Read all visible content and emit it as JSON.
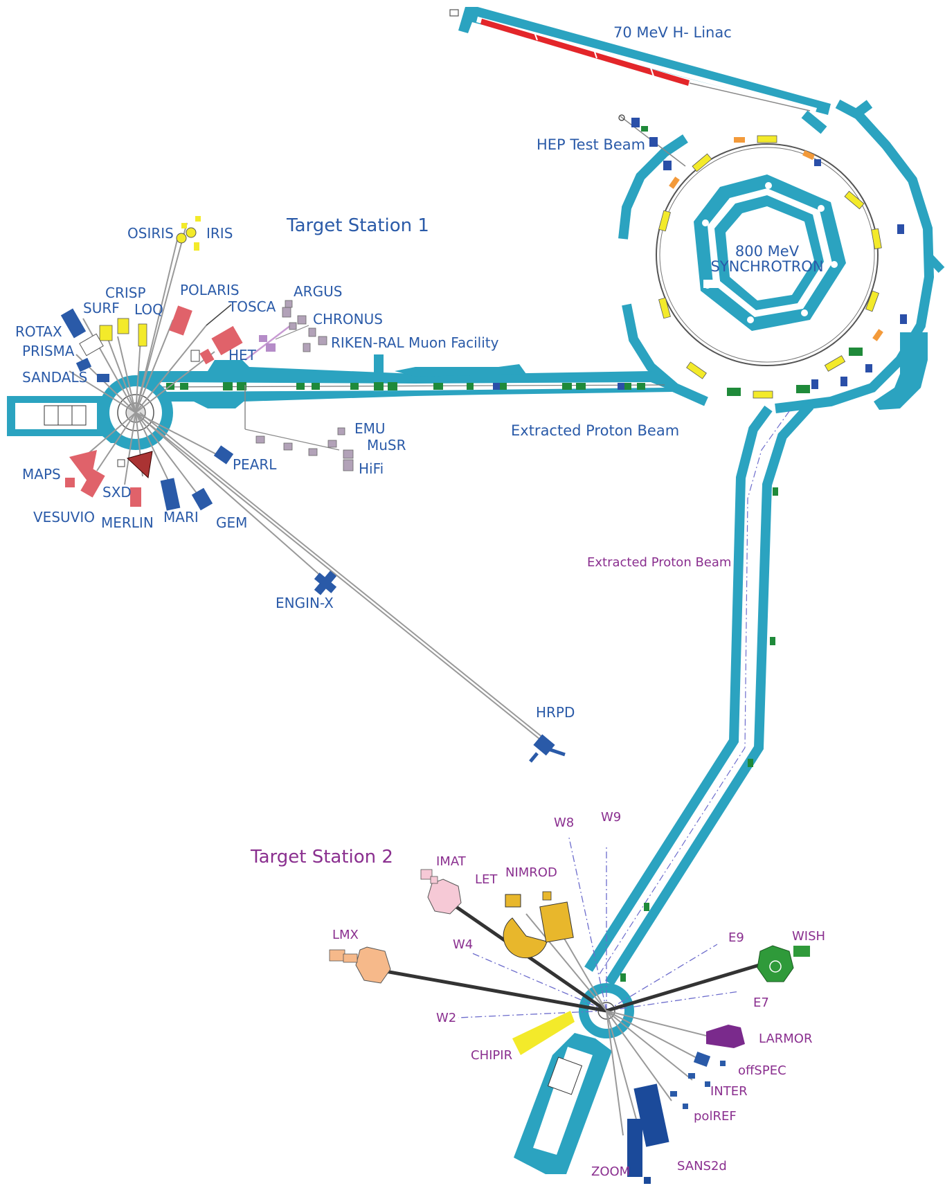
{
  "titles": {
    "target_station_1": "Target Station 1",
    "target_station_2": "Target Station 2",
    "linac": "70 MeV H-   Linac",
    "synchrotron_line1": "800 MeV",
    "synchrotron_line2": "SYNCHROTRON",
    "hep_test_beam": "HEP Test Beam",
    "extracted_beam_1": "Extracted Proton Beam",
    "extracted_beam_2": "Extracted Proton Beam",
    "riken": "RIKEN-RAL Muon Facility"
  },
  "ts1_instruments": {
    "osiris": "OSIRIS",
    "iris": "IRIS",
    "crisp": "CRISP",
    "surf": "SURF",
    "loq": "LOQ",
    "polaris": "POLARIS",
    "tosca": "TOSCA",
    "argus": "ARGUS",
    "chronus": "CHRONUS",
    "rotax": "ROTAX",
    "prisma": "PRISMA",
    "sandals": "SANDALS",
    "het": "HET",
    "emu": "EMU",
    "musr": "MuSR",
    "hifi": "HiFi",
    "pearl": "PEARL",
    "maps": "MAPS",
    "sxd": "SXD",
    "vesuvio": "VESUVIO",
    "merlin": "MERLIN",
    "mari": "MARI",
    "gem": "GEM",
    "engin_x": "ENGIN-X",
    "hrpd": "HRPD"
  },
  "ts2_instruments": {
    "w8": "W8",
    "w9": "W9",
    "imat": "IMAT",
    "let": "LET",
    "nimrod": "NIMROD",
    "lmx": "LMX",
    "w4": "W4",
    "e9": "E9",
    "wish": "WISH",
    "e7": "E7",
    "w2": "W2",
    "larmor": "LARMOR",
    "chipir": "CHIPIR",
    "offspec": "offSPEC",
    "inter": "INTER",
    "polref": "polREF",
    "zoom": "ZOOM",
    "sans2d": "SANS2d"
  },
  "colors": {
    "wall": "#2ba3c0",
    "ts1_text": "#2a5aa8",
    "ts2_text": "#8a2f8f",
    "linac_red": "#e3262a",
    "magnet_yellow": "#f3ea2a",
    "magnet_green": "#1f8a3a",
    "magnet_blue": "#2a4fa8",
    "instr_red": "#e0626a",
    "instr_blue": "#2a5aa8"
  }
}
